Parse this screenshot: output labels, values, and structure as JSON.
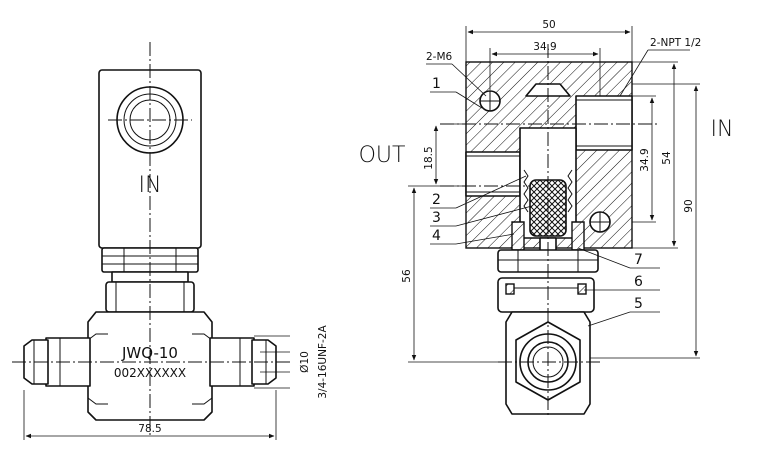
{
  "front_view": {
    "port_label": "IN",
    "model": "JWQ-10",
    "serial": "002XXXXXX",
    "dim_length": "78.5",
    "dim_bore": "Ø10",
    "dim_thread": "3/4-16UNF-2A"
  },
  "section_view": {
    "out_label": "OUT",
    "in_label": "IN",
    "dim_width": "50",
    "dim_hole_spacing": "34.9",
    "dim_port_offset": "18.5",
    "dim_port_height": "34.9",
    "dim_block_height": "54",
    "dim_total_height": "90",
    "dim_lower_height": "56",
    "callout_mount": "2-M6",
    "callout_port": "2-NPT 1/2",
    "part_numbers": [
      "1",
      "2",
      "3",
      "4",
      "5",
      "6",
      "7"
    ]
  }
}
